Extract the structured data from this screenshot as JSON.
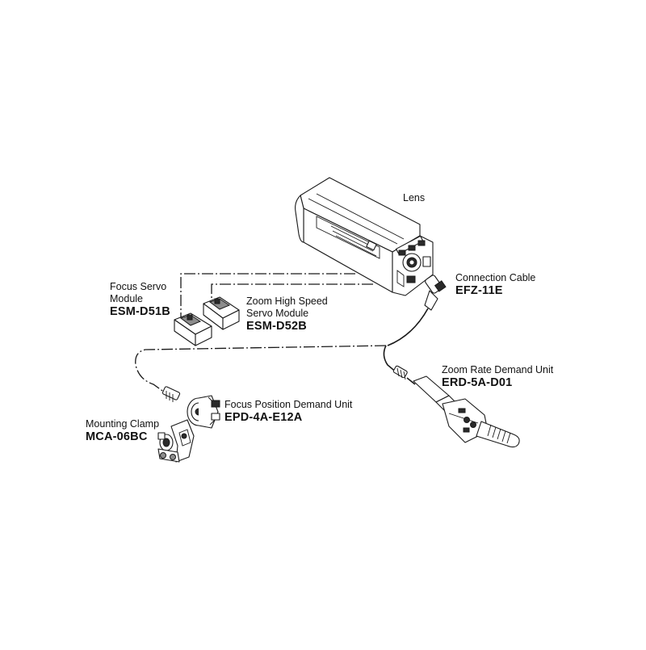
{
  "components": {
    "lens": {
      "name": "Lens"
    },
    "connection_cable": {
      "name": "Connection Cable",
      "code": "EFZ-11E"
    },
    "focus_servo": {
      "name_line1": "Focus Servo",
      "name_line2": "Module",
      "code": "ESM-D51B"
    },
    "zoom_servo": {
      "name_line1": "Zoom High Speed",
      "name_line2": "Servo Module",
      "code": "ESM-D52B"
    },
    "zoom_demand": {
      "name": "Zoom Rate Demand Unit",
      "code": "ERD-5A-D01"
    },
    "focus_demand": {
      "name": "Focus Position Demand Unit",
      "code": "EPD-4A-E12A"
    },
    "clamp": {
      "name": "Mounting Clamp",
      "code": "MCA-06BC"
    }
  }
}
